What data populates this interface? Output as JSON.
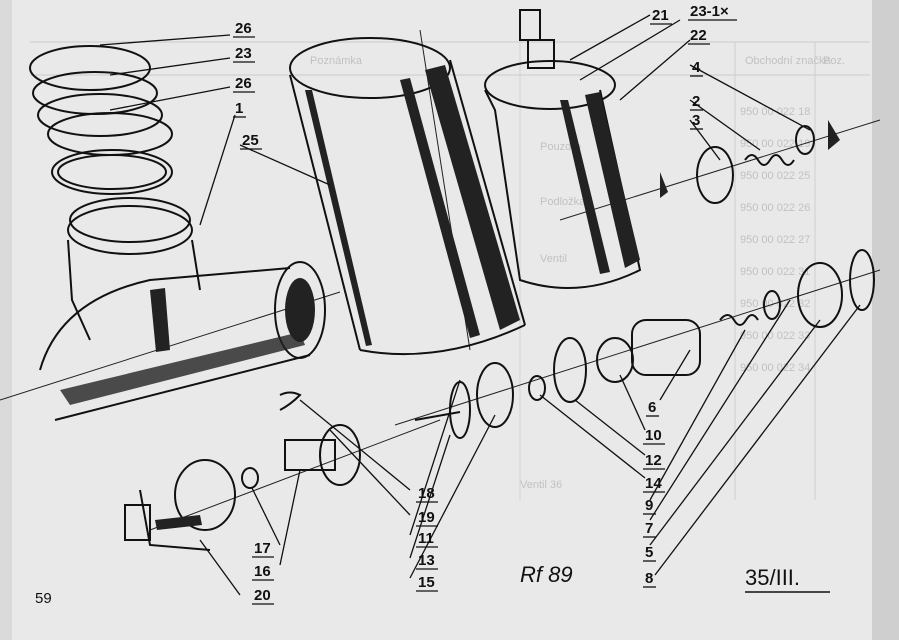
{
  "page": {
    "page_number": "59",
    "plate_label": "35/III.",
    "signature": "Rf 89",
    "background_color": "#e9e9e9",
    "ink_color": "#111111"
  },
  "callouts": [
    {
      "id": "c26a",
      "text": "26"
    },
    {
      "id": "c23",
      "text": "23"
    },
    {
      "id": "c26b",
      "text": "26"
    },
    {
      "id": "c1",
      "text": "1"
    },
    {
      "id": "c25",
      "text": "25"
    },
    {
      "id": "c21",
      "text": "21"
    },
    {
      "id": "c231",
      "text": "23-1×"
    },
    {
      "id": "c22",
      "text": "22"
    },
    {
      "id": "c4",
      "text": "4"
    },
    {
      "id": "c2",
      "text": "2"
    },
    {
      "id": "c3",
      "text": "3"
    },
    {
      "id": "c6",
      "text": "6"
    },
    {
      "id": "c10",
      "text": "10"
    },
    {
      "id": "c12",
      "text": "12"
    },
    {
      "id": "c14",
      "text": "14"
    },
    {
      "id": "c9",
      "text": "9"
    },
    {
      "id": "c7",
      "text": "7"
    },
    {
      "id": "c5",
      "text": "5"
    },
    {
      "id": "c8",
      "text": "8"
    },
    {
      "id": "c18",
      "text": "18"
    },
    {
      "id": "c19",
      "text": "19"
    },
    {
      "id": "c11",
      "text": "11"
    },
    {
      "id": "c13",
      "text": "13"
    },
    {
      "id": "c15",
      "text": "15"
    },
    {
      "id": "c17",
      "text": "17"
    },
    {
      "id": "c16",
      "text": "16"
    },
    {
      "id": "c20",
      "text": "20"
    }
  ],
  "bleed_through_text": {
    "col_header_1": "Poz.",
    "col_header_2": "Poznámka",
    "col_header_3": "Obchodní značka",
    "rows": [
      "950 00 022 18",
      "950 00 022 19",
      "950 00 022 25",
      "950 00 022 26",
      "950 00 022 27",
      "950 00 022 31",
      "950 00 022 32",
      "950 00 022 33",
      "950 00 022 34"
    ],
    "words": [
      "Pouzdro",
      "Podložka",
      "Ventil",
      "Ventil 36"
    ]
  }
}
